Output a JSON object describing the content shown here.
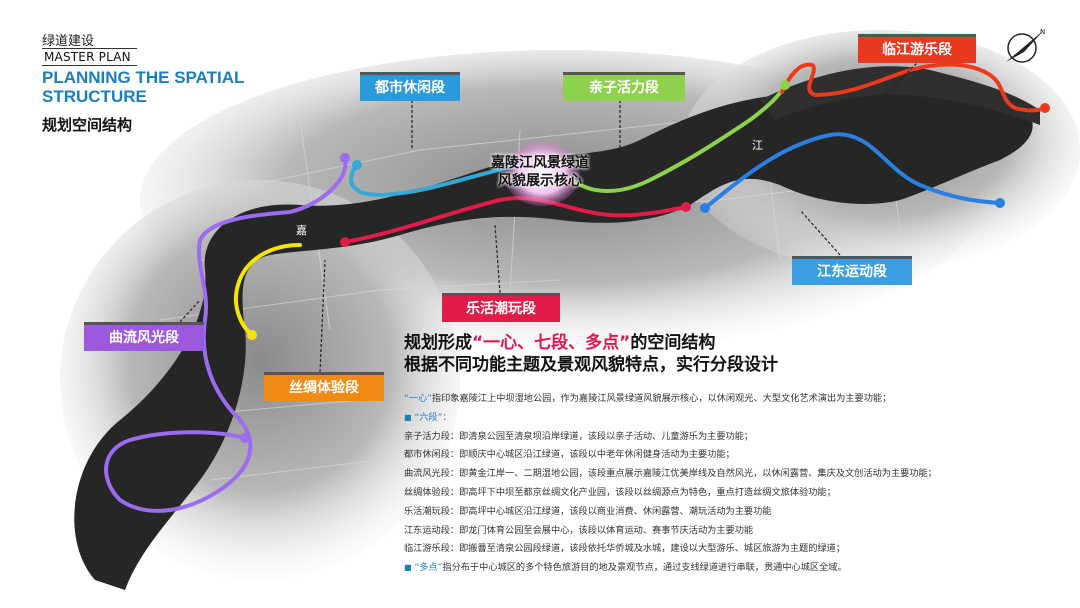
{
  "header": {
    "category": "绿道建设",
    "master": "MASTER PLAN",
    "title_en_1": "PLANNING THE SPATIAL",
    "title_en_2": "STRUCTURE",
    "title_cn": "规划空间结构"
  },
  "map": {
    "core_line1": "嘉陵江风景绿道",
    "core_line2": "风貌展示核心",
    "river_char_1": "嘉",
    "river_char_2": "江",
    "segments": [
      {
        "key": "dushi",
        "label": "都市休闲段",
        "color": "#2a9bd8"
      },
      {
        "key": "qinzi",
        "label": "亲子活力段",
        "color": "#8dd14f"
      },
      {
        "key": "linjiang",
        "label": "临江游乐段",
        "color": "#e8391f"
      },
      {
        "key": "jiangdong",
        "label": "江东运动段",
        "color": "#3a9fe0"
      },
      {
        "key": "lehuo",
        "label": "乐活潮玩段",
        "color": "#e21b48"
      },
      {
        "key": "quliu",
        "label": "曲流风光段",
        "color": "#9b59e0"
      },
      {
        "key": "sichou",
        "label": "丝绸体验段",
        "color": "#f08a14"
      }
    ],
    "route_colors": {
      "blue": "#2a7fe0",
      "cyan": "#35a8d8",
      "green": "#8dd14f",
      "red": "#e21b48",
      "yellow": "#f5e400",
      "purple": "#9b6cf0",
      "orange": "#ee3a1c"
    }
  },
  "summary": {
    "line1_pre": "规划形成",
    "line1_hl": "“一心、七段、多点”",
    "line1_post": "的空间结构",
    "line2": "根据不同功能主题及景观风貌特点，实行分段设计"
  },
  "details": {
    "core_tag": "“一心”",
    "core_text": "指印象嘉陵江上中坝湿地公园，作为嘉陵江风景绿道风貌展示核心，以休闲观光、大型文化艺术演出为主要功能；",
    "six_tag": "“六段”：",
    "items": [
      "亲子活力段：即清泉公园至清泉坝沿岸绿道，该段以亲子活动、儿童游乐为主要功能；",
      "都市休闲段：即顺庆中心城区沿江绿道，该段以中老年休闲健身活动为主要功能；",
      "曲流风光段：即黄金江岸一、二期湿地公园，该段重点展示嘉陵江优美岸线及自然风光，以休闲露营、集庆及文创活动为主要功能；",
      "丝绸体验段：即高坪下中坝至都京丝绸文化产业园，该段以丝绸源点为特色，重点打造丝绸文旅体验功能；",
      "乐活潮玩段：即高坪中心城区沿江绿道，该段以商业消费、休闲露营、潮玩活动为主要功能",
      "江东运动段：即龙门体育公园至会展中心，该段以体育运动、赛事节庆活动为主要功能",
      "临江游乐段：即搬罾至清泉公园段绿道，该段依托华侨城及水城，建设以大型游乐、城区旅游为主题的绿道；"
    ],
    "multi_tag": "“多点”",
    "multi_text": "指分布于中心城区的多个特色旅游目的地及景观节点，通过支线绿道进行串联，贯通中心城区全域。"
  }
}
